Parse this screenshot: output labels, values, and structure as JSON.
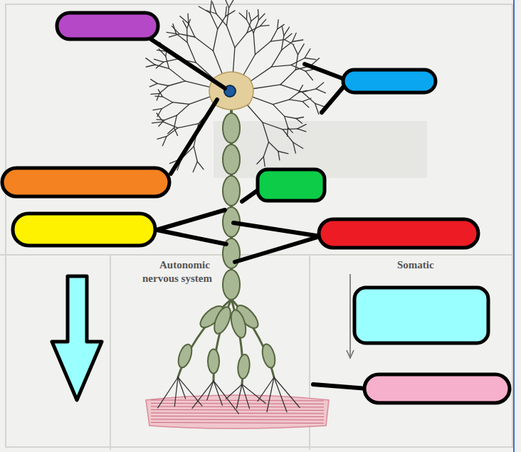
{
  "diagram": {
    "labels": [
      "Autonomic",
      "nervous system",
      "Somatic"
    ]
  }
}
